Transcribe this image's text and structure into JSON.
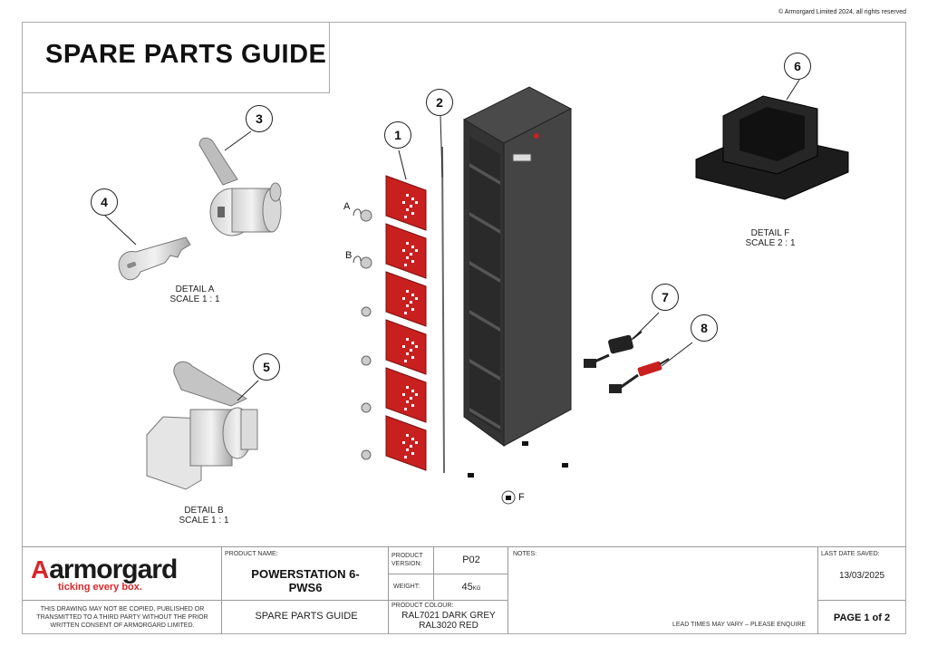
{
  "copyright": "© Armorgard Limited 2024, all rights reserved",
  "title": "SPARE PARTS GUIDE",
  "details": {
    "a": {
      "name": "DETAIL A",
      "scale": "SCALE 1 : 1"
    },
    "b": {
      "name": "DETAIL B",
      "scale": "SCALE 1 : 1"
    },
    "f": {
      "name": "DETAIL F",
      "scale": "SCALE 2 : 1"
    }
  },
  "balloons": [
    "1",
    "2",
    "3",
    "4",
    "5",
    "6",
    "7",
    "8"
  ],
  "markers": {
    "a": "A",
    "b": "B",
    "f": "F"
  },
  "colors": {
    "red_door": "#c8201f",
    "locker_body": "#3a3a3a",
    "foot": "#1c1c1c",
    "brand_red": "#d7262a"
  },
  "titleblock": {
    "logo_word": "armorgard",
    "tagline": "ticking every box.",
    "disclaimer": "THIS DRAWING MAY NOT BE COPIED, PUBLISHED OR TRANSMITTED TO A THIRD PARTY WITHOUT THE PRIOR WRITTEN CONSENT OF ARMORGARD LIMITED.",
    "product_name_label": "PRODUCT NAME:",
    "product_name": "POWERSTATION 6-PWS6",
    "doc_title": "SPARE PARTS GUIDE",
    "product_version_label": "PRODUCT VERSION:",
    "product_version": "P02",
    "weight_label": "WEIGHT:",
    "weight_value": "45",
    "weight_unit": "KG",
    "product_colour_label": "PRODUCT COLOUR:",
    "colour_1": "RAL7021  DARK GREY",
    "colour_2": "RAL3020  RED",
    "notes_label": "NOTES:",
    "lead_times": "LEAD TIMES MAY VARY – PLEASE ENQUIRE",
    "last_saved_label": "LAST DATE SAVED:",
    "last_saved": "13/03/2025",
    "page": "PAGE 1 of 2"
  }
}
